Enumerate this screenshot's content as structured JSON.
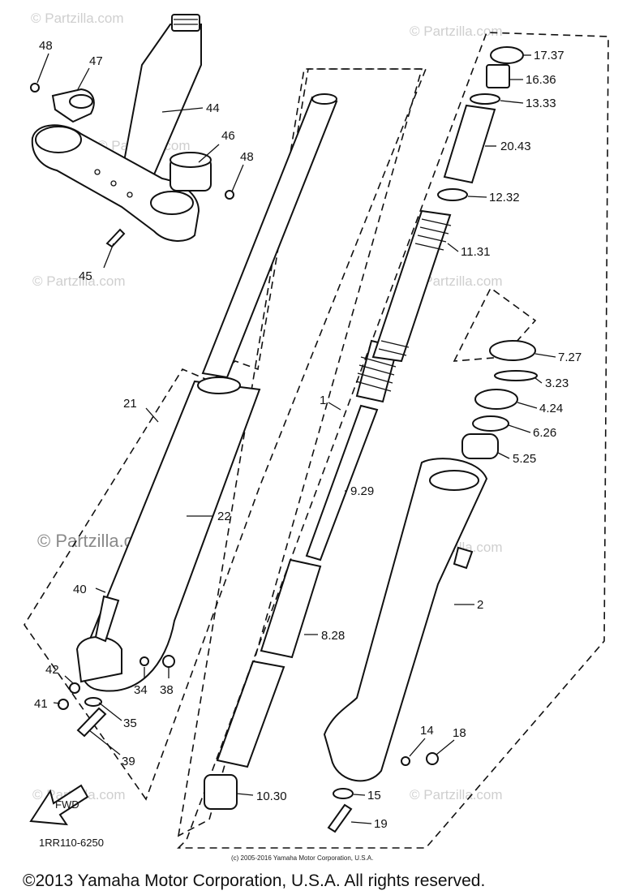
{
  "watermarks": [
    "© Partzilla.com",
    "© Partzilla.com",
    "© Partzilla.com",
    "© Partzilla.com",
    "© Partzilla.com",
    "© Partzilla.com",
    "© Partzilla.com",
    "© Partzilla.com"
  ],
  "big_watermark": "© Partzilla.com",
  "fwd_label": "FWD",
  "diagram_code": "1RR110-6250",
  "small_copyright": "(c) 2005-2016 Yamaha Motor Corporation, U.S.A.",
  "footer": "©2013 Yamaha Motor Corporation, U.S.A. All rights reserved.",
  "callouts": [
    "48",
    "47",
    "44",
    "46",
    "48",
    "45",
    "21",
    "22",
    "40",
    "42",
    "41",
    "34",
    "38",
    "35",
    "39",
    "1",
    "9.29",
    "8.28",
    "10.30",
    "17.37",
    "16.36",
    "13.33",
    "20.43",
    "12.32",
    "11.31",
    "7.27",
    "3.23",
    "4.24",
    "6.26",
    "5.25",
    "2",
    "14",
    "18",
    "15",
    "19"
  ],
  "colors": {
    "ink": "#111111",
    "watermark": "#cfcfcf",
    "background": "#ffffff"
  }
}
